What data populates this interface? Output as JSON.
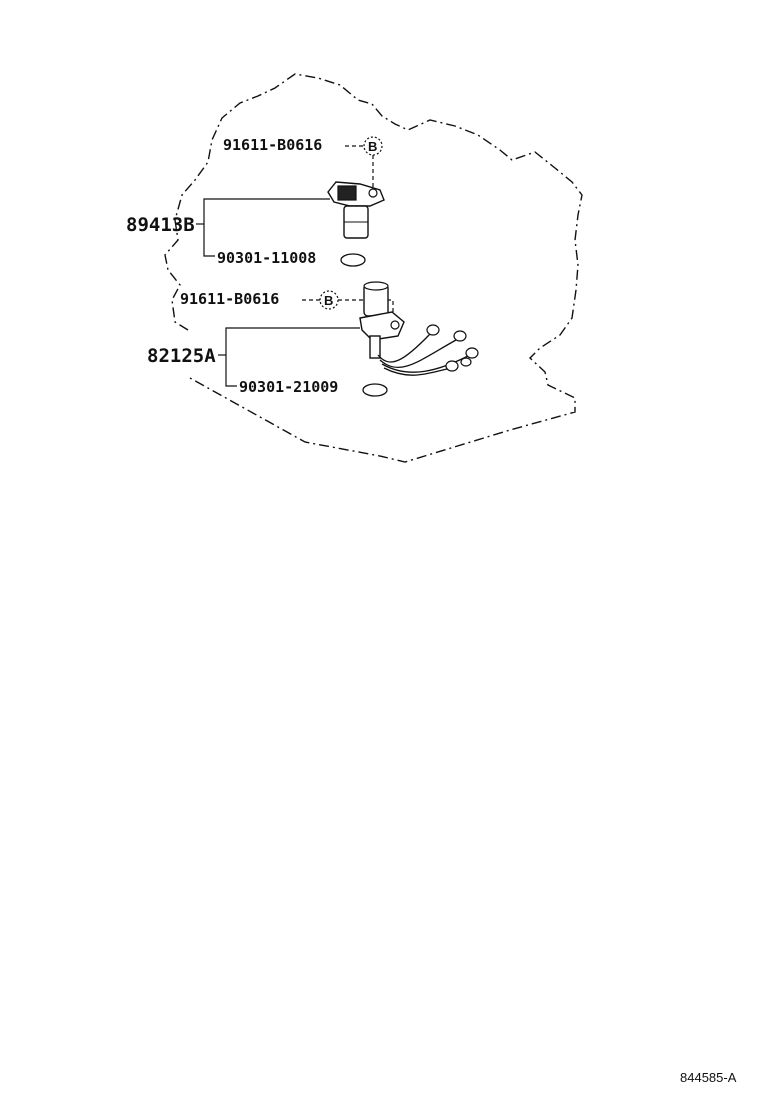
{
  "callouts": {
    "bolt_upper": "91611-B0616",
    "assembly_upper": "89413B",
    "oring_upper": "90301-11008",
    "bolt_lower": "91611-B0616",
    "assembly_lower": "82125A",
    "oring_lower": "90301-21009",
    "bolt_marker_upper": "B",
    "bolt_marker_lower": "B"
  },
  "diagram_ref": "844585-A"
}
